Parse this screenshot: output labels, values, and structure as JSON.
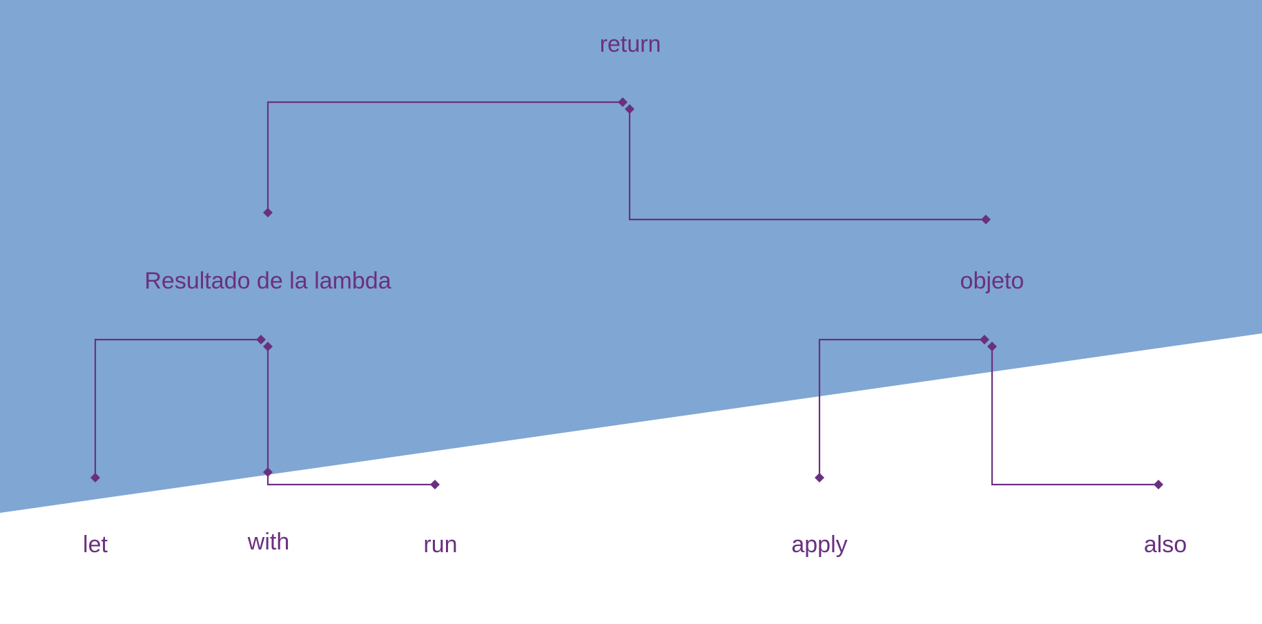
{
  "colors": {
    "background_top": "#80a6d3",
    "background_bottom": "#ffffff",
    "line": "#6a3080",
    "text": "#6a3080"
  },
  "diagram": {
    "root": {
      "label": "return"
    },
    "left_branch": {
      "label": "Resultado de la lambda",
      "children": [
        {
          "label": "let"
        },
        {
          "label": "with"
        },
        {
          "label": "run"
        }
      ]
    },
    "right_branch": {
      "label": "objeto",
      "children": [
        {
          "label": "apply"
        },
        {
          "label": "also"
        }
      ]
    }
  }
}
